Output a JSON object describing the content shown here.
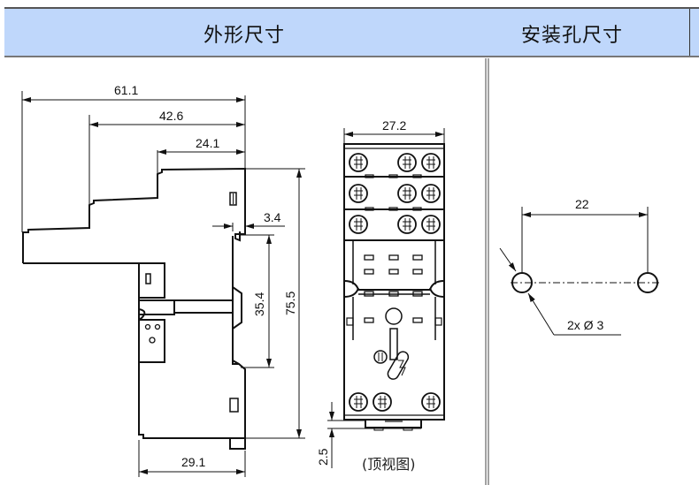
{
  "header": {
    "left_title": "外形尺寸",
    "right_title": "安装孔尺寸"
  },
  "side_view": {
    "dimensions": {
      "overall_width": "61.1",
      "mid_width": "42.6",
      "top_width": "24.1",
      "din_offset": "3.4",
      "din_rail_height": "35.4",
      "overall_height": "75.5",
      "base_width": "29.1"
    }
  },
  "top_view": {
    "width_dim": "27.2",
    "bottom_offset_dim": "2.5",
    "caption": "(顶视图)"
  },
  "mounting": {
    "hole_spacing": "22",
    "hole_label": "2x Ø 3"
  }
}
